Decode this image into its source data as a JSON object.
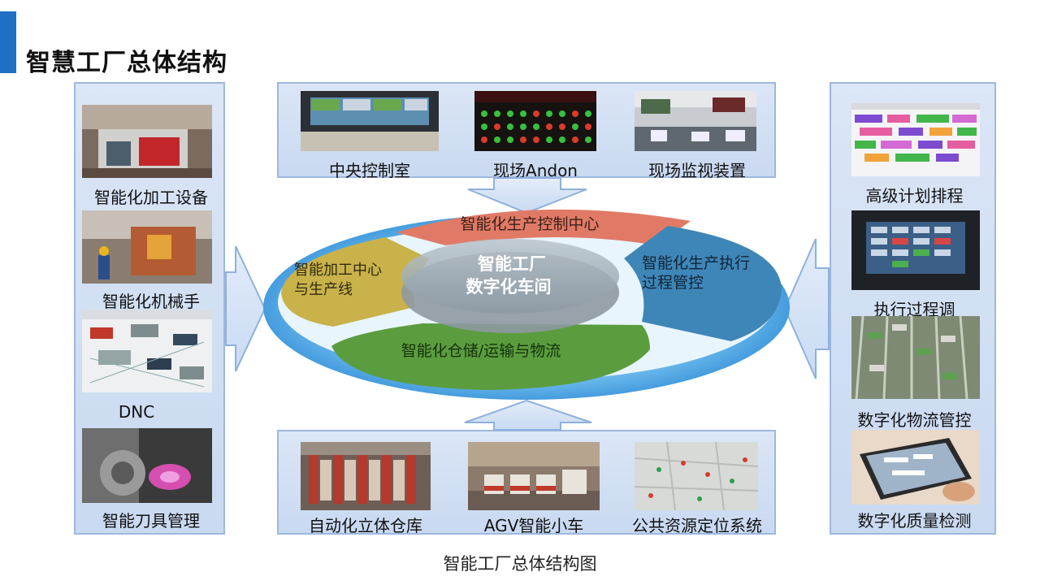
{
  "title": "智慧工厂总体结构",
  "caption": "智能工厂总体结构图",
  "left_items": [
    "智能化加工设备",
    "智能化机械手",
    "DNC",
    "智能刀具管理"
  ],
  "top_items": [
    "中央控制室",
    "现场Andon",
    "现场监视装置"
  ],
  "bottom_items": [
    "自动化立体仓库",
    "AGV智能小车",
    "公共资源定位系统"
  ],
  "right_items": [
    "高级计划排程",
    "执行过程调",
    "数字化物流管控",
    "数字化质量检测"
  ],
  "center": {
    "hub": [
      "智能工厂",
      "数字化车间"
    ],
    "top_sector": "智能化生产控制中心",
    "left_sector": [
      "智能加工中心",
      "与生产线"
    ],
    "right_sector": [
      "智能化生产执行",
      "过程管控"
    ],
    "bottom_sector": "智能化仓储/运输与物流"
  },
  "colors": {
    "accent": "#1f6fc4",
    "panel": "#d3e0f4",
    "ring": "#2f8fd8",
    "sector_top": "#e07a66",
    "sector_left": "#c9b24a",
    "sector_right": "#3f86b8",
    "sector_bottom": "#5b9d3e"
  }
}
